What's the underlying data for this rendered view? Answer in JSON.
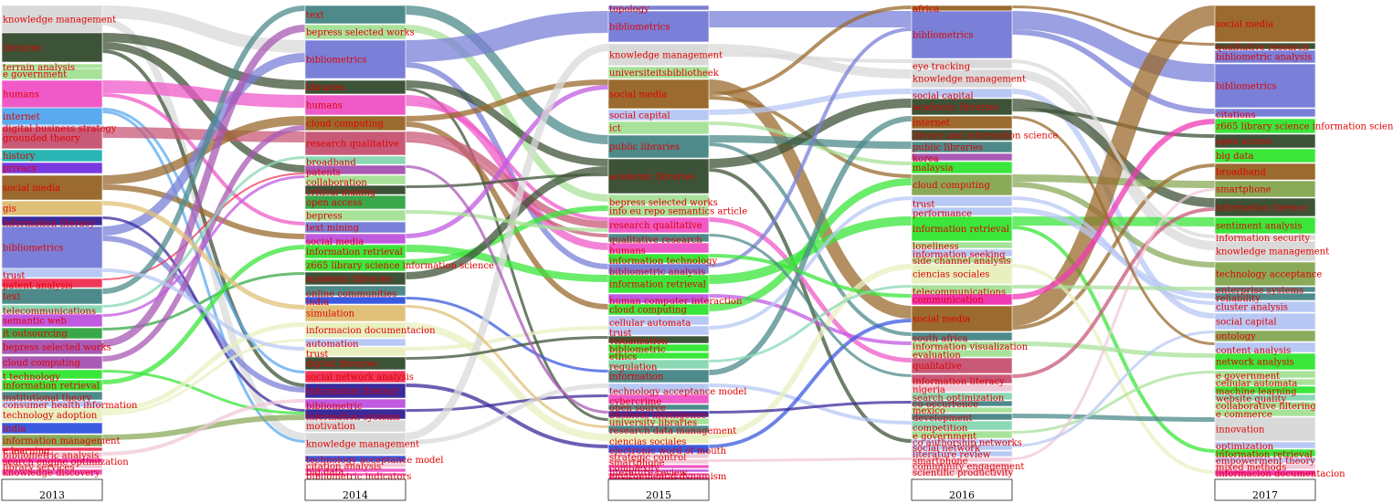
{
  "columns": [
    {
      "year": "2013",
      "labels": [
        "knowledge management",
        "libraries",
        "terrain analysis",
        "e government",
        "humans",
        "internet",
        "digital business strategy",
        "grounded theory",
        "history",
        "privacy",
        "social media",
        "gis",
        "information literacy",
        "bibliometrics",
        "trust",
        "patent analysis",
        "text",
        "telecommunications",
        "semantic web",
        "it outsourcing",
        "bepress selected works",
        "cloud computing",
        "t technology",
        "information retrieval",
        "institutional theory",
        "consumer health information",
        "technology adoption",
        "india",
        "information management",
        "e learning",
        "bibliometric analysis",
        "search engine optimization",
        "library services",
        "knowledge discovery"
      ]
    },
    {
      "year": "2014",
      "labels": [
        "text",
        "bepress selected works",
        "bibliometrics",
        "libraries",
        "humans",
        "cloud computing",
        "research qualitative",
        "broadband",
        "patents",
        "collaboration",
        "critical making",
        "open access",
        "bepress",
        "text mining",
        "social media",
        "information retrieval",
        "z665 library science information science",
        "academic libraries",
        "online communities",
        "india",
        "simulation",
        "informacion documentacion",
        "automation",
        "trust",
        "digital libraries",
        "social network analysis",
        "information literacy",
        "bibliometric",
        "information systems",
        "motivation",
        "knowledge management",
        "technology acceptance model",
        "citation analysis",
        "big data",
        "bibliometric indicators"
      ]
    },
    {
      "year": "2015",
      "labels": [
        "topology",
        "bibliometrics",
        "knowledge management",
        "universiteitsbibliotheek",
        "social media",
        "social capital",
        "ict",
        "public libraries",
        "academic libraries",
        "bepress selected works",
        "info eu repo semantics article",
        "research qualitative",
        "qualitative research",
        "humans",
        "information technology",
        "bibliometric analysis",
        "information retrieval",
        "human computer interaction",
        "cloud computing",
        "cellular automata",
        "trust",
        "visualization",
        "bibliometric",
        "ethics",
        "regulation",
        "information",
        "technology acceptance model",
        "cybercrime",
        "open source",
        "business intelligence",
        "university libraries",
        "research data management",
        "ciencias sociales",
        "electronic word of mouth",
        "strategic control",
        "smartphone",
        "complexity",
        "literature review",
        "environmental dynamism",
        "journal evaluation"
      ]
    },
    {
      "year": "2016",
      "labels": [
        "africa",
        "bibliometrics",
        "eye tracking",
        "knowledge management",
        "social capital",
        "academic libraries",
        "internet",
        "library and information science",
        "public libraries",
        "korea",
        "malaysia",
        "cloud computing",
        "trust",
        "performance",
        "information retrieval",
        "loneliness",
        "information seeking",
        "side channel analysis",
        "ciencias sociales",
        "telecommunications",
        "communication",
        "social media",
        "south africa",
        "information visualization",
        "evaluation",
        "qualitative",
        "information literacy",
        "nigeria",
        "search optimization",
        "co occurrence",
        "mexico",
        "development",
        "competition",
        "e government",
        "co authorship networks",
        "social network",
        "literature review",
        "smartphone",
        "community engagement",
        "scientific productivity"
      ]
    },
    {
      "year": "2017",
      "labels": [
        "social media",
        "qualitative research",
        "bibliometric analysis",
        "bibliometrics",
        "citations",
        "z665 library science information science",
        "open access",
        "big data",
        "broadband",
        "smartphone",
        "information literacy",
        "sentiment analysis",
        "information security",
        "knowledge management",
        "technology acceptance",
        "enterprise systems",
        "reliability",
        "cluster analysis",
        "social capital",
        "ontology",
        "content analysis",
        "network analysis",
        "e government",
        "cellular automata",
        "machine learning",
        "website quality",
        "collaborative filtering",
        "e commerce",
        "innovation",
        "optimization",
        "information retrieval",
        "empowerment theory",
        "mixed methods",
        "informacion documentacion"
      ]
    }
  ],
  "colors": {
    "gray": "#d9d9d9",
    "darkgreen": "#3d5337",
    "lightgreen": "#a8e29a",
    "pink": "#ef5ac8",
    "skyblue": "#5aaaf0",
    "rose": "#c85a78",
    "teal": "#2ab4b4",
    "purple": "#7a3ae0",
    "brown": "#9a6a2e",
    "sand": "#e0c078",
    "navy": "#3a2a9a",
    "periwinkle": "#7a80d8",
    "paleblue": "#b8c8f4",
    "red": "#f0385a",
    "slate": "#4e8a8a",
    "mint": "#8ad8b4",
    "violet": "#c05ae0",
    "green": "#3aa84a",
    "orchid": "#a85ab4",
    "lime": "#3ae63a",
    "cream": "#e8f0c0",
    "olive": "#8aaa5a",
    "blue": "#3a5ae0",
    "magenta": "#f03ab4",
    "lightpink": "#f0c8d8"
  }
}
